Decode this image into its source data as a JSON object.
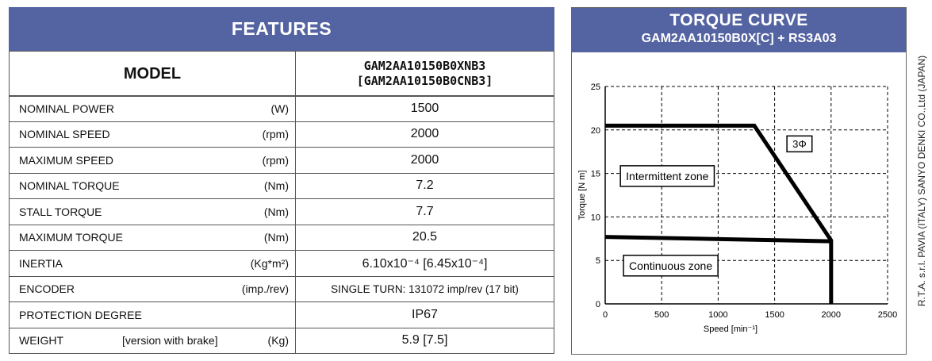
{
  "features": {
    "title": "FEATURES",
    "model_label": "MODEL",
    "model_value_line1": "GAM2AA10150B0XNB3",
    "model_value_line2": "[GAM2AA10150B0CNB3]",
    "rows": [
      {
        "name": "NOMINAL POWER",
        "unit": "(W)",
        "value": "1500"
      },
      {
        "name": "NOMINAL SPEED",
        "unit": "(rpm)",
        "value": "2000"
      },
      {
        "name": "MAXIMUM SPEED",
        "unit": "(rpm)",
        "value": "2000"
      },
      {
        "name": "NOMINAL TORQUE",
        "unit": "(Nm)",
        "value": "7.2"
      },
      {
        "name": "STALL TORQUE",
        "unit": "(Nm)",
        "value": "7.7"
      },
      {
        "name": "MAXIMUM TORQUE",
        "unit": "(Nm)",
        "value": "20.5"
      },
      {
        "name": "INERTIA",
        "unit": "(Kg*m²)",
        "value": "6.10x10⁻⁴ [6.45x10⁻⁴]"
      },
      {
        "name": "ENCODER",
        "unit": "(imp./rev)",
        "value": "SINGLE TURN: 131072 imp/rev (17 bit)"
      },
      {
        "name": "PROTECTION DEGREE",
        "unit": "",
        "value": "IP67"
      },
      {
        "name": "WEIGHT",
        "note": "[version with brake]",
        "unit": "(Kg)",
        "value": "5.9 [7.5]"
      }
    ]
  },
  "torque_curve": {
    "title": "TORQUE CURVE",
    "subtitle": "GAM2AA10150B0X[C] + RS3A03"
  },
  "side_text": "R.T.A. s.r.l. PAVIA (ITALY)     SANYO DENKI CO.,Ltd (JAPAN)",
  "chart_data": {
    "type": "line",
    "xlabel": "Speed [min⁻¹]",
    "ylabel": "Torque [N m]",
    "xlim": [
      0,
      2500
    ],
    "ylim": [
      0,
      25
    ],
    "xticks": [
      0,
      500,
      1000,
      1500,
      2000,
      2500
    ],
    "yticks": [
      0,
      5,
      10,
      15,
      20,
      25
    ],
    "grid": true,
    "series": [
      {
        "name": "Intermittent zone",
        "x": [
          0,
          1320,
          2000,
          2000
        ],
        "y": [
          20.5,
          20.5,
          7.3,
          0
        ]
      },
      {
        "name": "Continuous zone",
        "x": [
          0,
          2000
        ],
        "y": [
          7.7,
          7.2
        ]
      }
    ],
    "annotations": [
      {
        "text": "Intermittent zone",
        "x": 550,
        "y": 14.7
      },
      {
        "text": "Continuous zone",
        "x": 580,
        "y": 4.4
      },
      {
        "text": "3Φ",
        "x": 1720,
        "y": 18.4
      }
    ],
    "colors": {
      "line": "#000000",
      "grid": "#000000"
    }
  },
  "colors": {
    "header_bg": "#5463a1",
    "header_text": "#ffffff"
  }
}
